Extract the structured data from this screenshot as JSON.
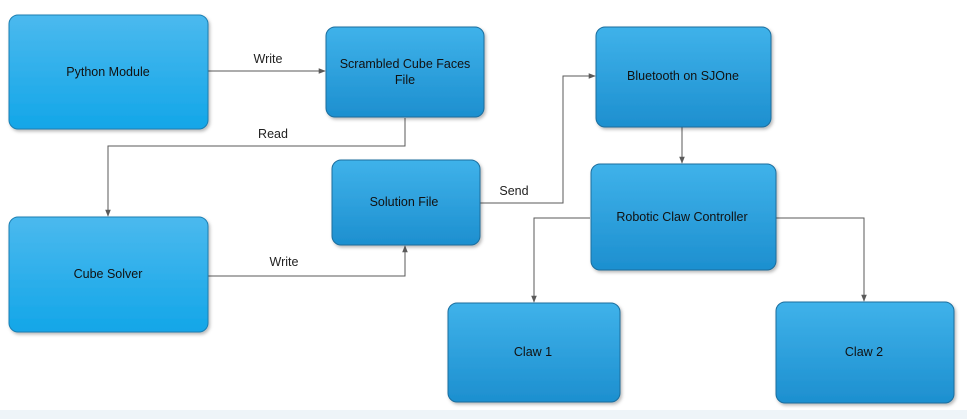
{
  "colors": {
    "node_fill_top": "#3fb2ea",
    "node_fill_bottom": "#1d8fcf",
    "node_fill_light_top": "#4bb9ee",
    "node_fill_light_bottom": "#16a7e8",
    "node_stroke": "#1b6e9e",
    "edge": "#5a5a5a"
  },
  "nodes": {
    "python_module": "Python Module",
    "scrambled_file_line1": "Scrambled Cube Faces",
    "scrambled_file_line2": "File",
    "bluetooth": "Bluetooth on SJOne",
    "solution_file": "Solution File",
    "claw_controller": "Robotic Claw Controller",
    "cube_solver": "Cube Solver",
    "claw1": "Claw 1",
    "claw2": "Claw 2"
  },
  "edges": {
    "python_to_scrambled": "Write",
    "scrambled_to_solver": "Read",
    "solver_to_solution": "Write",
    "solution_to_bluetooth": "Send"
  }
}
